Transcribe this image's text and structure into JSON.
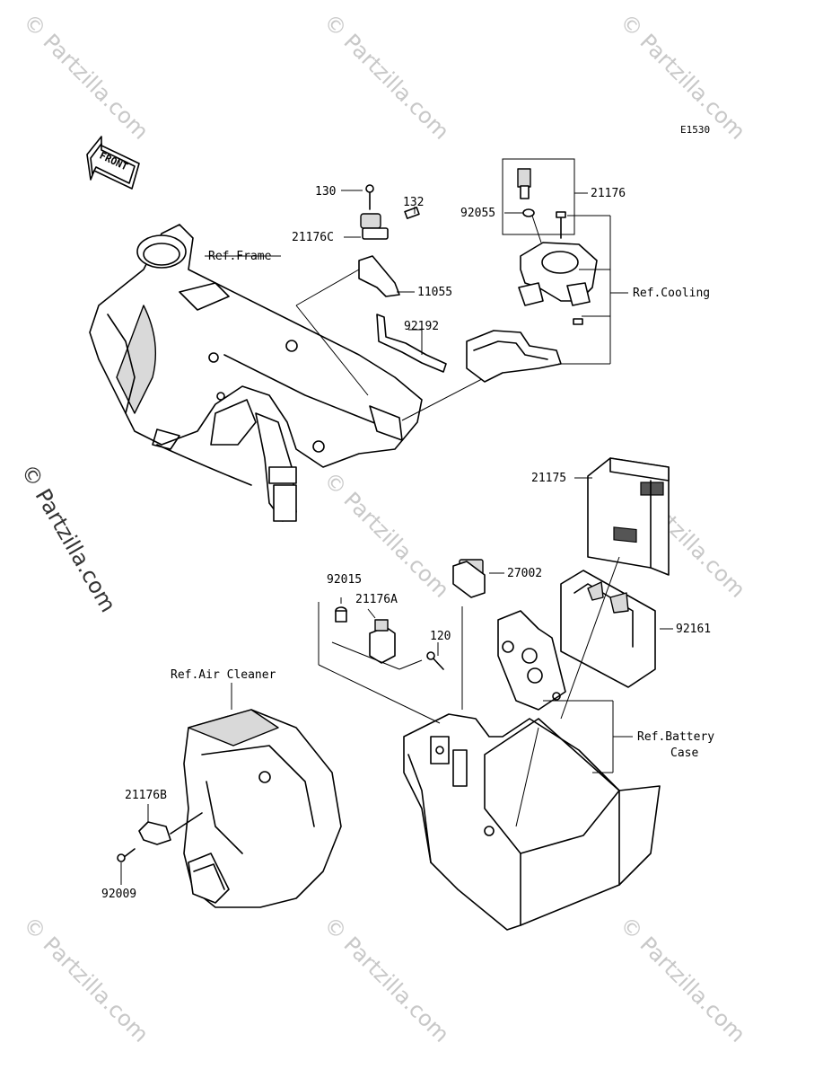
{
  "diagram_code": "E1530",
  "front_label": "FRONT",
  "watermark": "© Partzilla.com",
  "side_watermark": "© Partzilla.com",
  "labels": {
    "p130": "130",
    "p132": "132",
    "p21176C": "21176C",
    "ref_frame": "Ref.Frame",
    "p11055": "11055",
    "p92192": "92192",
    "p21176": "21176",
    "p92055": "92055",
    "ref_cooling": "Ref.Cooling",
    "p21175": "21175",
    "p27002": "27002",
    "p92015": "92015",
    "p21176A": "21176A",
    "p120": "120",
    "p92161": "92161",
    "ref_air_cleaner": "Ref.Air Cleaner",
    "ref_battery_case_l1": "Ref.Battery",
    "ref_battery_case_l2": "Case",
    "p21176B": "21176B",
    "p92009": "92009"
  }
}
